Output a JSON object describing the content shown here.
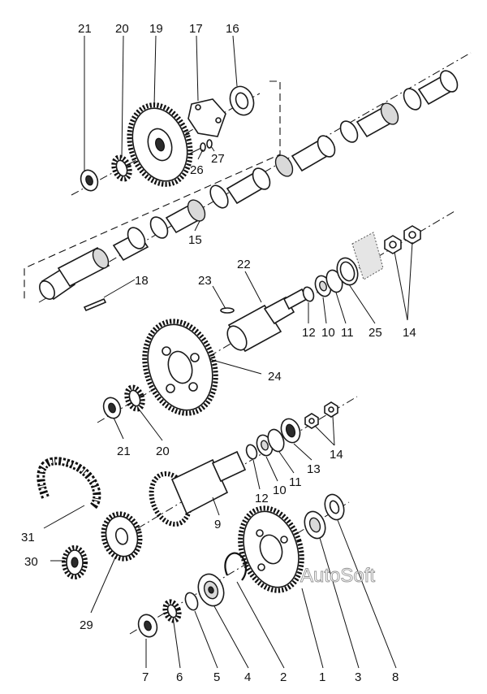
{
  "watermark": "AutoSoft",
  "callouts": {
    "c1": "1",
    "c2": "2",
    "c3": "3",
    "c4": "4",
    "c5": "5",
    "c6": "6",
    "c7": "7",
    "c8": "8",
    "c9": "9",
    "c10a": "10",
    "c10b": "10",
    "c11a": "11",
    "c11b": "11",
    "c12a": "12",
    "c12b": "12",
    "c13": "13",
    "c14a": "14",
    "c14b": "14",
    "c15": "15",
    "c16": "16",
    "c17": "17",
    "c18": "18",
    "c19": "19",
    "c20a": "20",
    "c20b": "20",
    "c21a": "21",
    "c21b": "21",
    "c22": "22",
    "c23": "23",
    "c24": "24",
    "c25": "25",
    "c26": "26",
    "c27": "27",
    "c29": "29",
    "c30": "30",
    "c31": "31"
  },
  "colors": {
    "ink": "#111111",
    "paper": "#ffffff",
    "shade": "#d9d9d9"
  }
}
